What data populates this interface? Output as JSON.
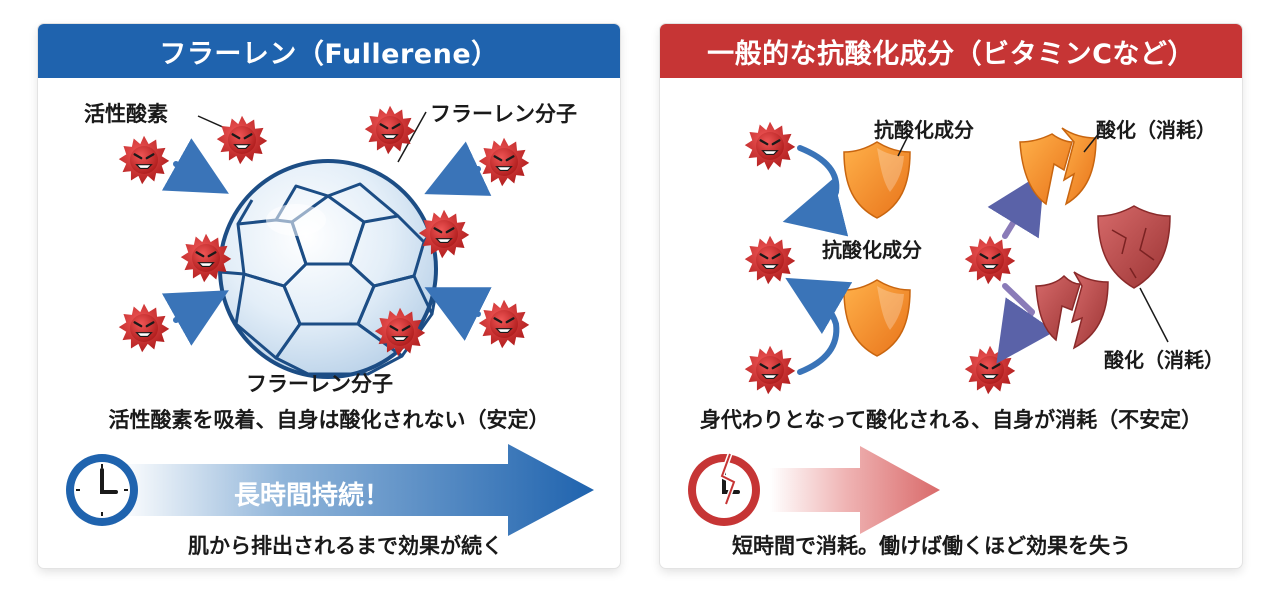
{
  "left": {
    "title": "フラーレン（Fullerene）",
    "labels": {
      "active_oxygen": "活性酸素",
      "fullerene_molecule_top": "フラーレン分子",
      "fullerene_molecule_bottom": "フラーレン分子"
    },
    "caption": "活性酸素を吸着、自身は酸化されない（安定）",
    "banner": "長時間持続！",
    "footer": "肌から排出されるまで効果が続く"
  },
  "right": {
    "title": "一般的な抗酸化成分（ビタミンCなど）",
    "labels": {
      "antioxidant_top": "抗酸化成分",
      "antioxidant_mid": "抗酸化成分",
      "oxidized_top": "酸化（消耗）",
      "oxidized_bottom": "酸化（消耗）"
    },
    "caption": "身代わりとなって酸化される、自身が消耗（不安定）",
    "footer": "短時間で消耗。働けば働くほど効果を失う"
  },
  "colors": {
    "blue_header": "#1f63ae",
    "red_header": "#c63535",
    "shield_orange": "#f28a1e",
    "shield_damaged": "#b8484a",
    "radical_red": "#c92a2a"
  }
}
